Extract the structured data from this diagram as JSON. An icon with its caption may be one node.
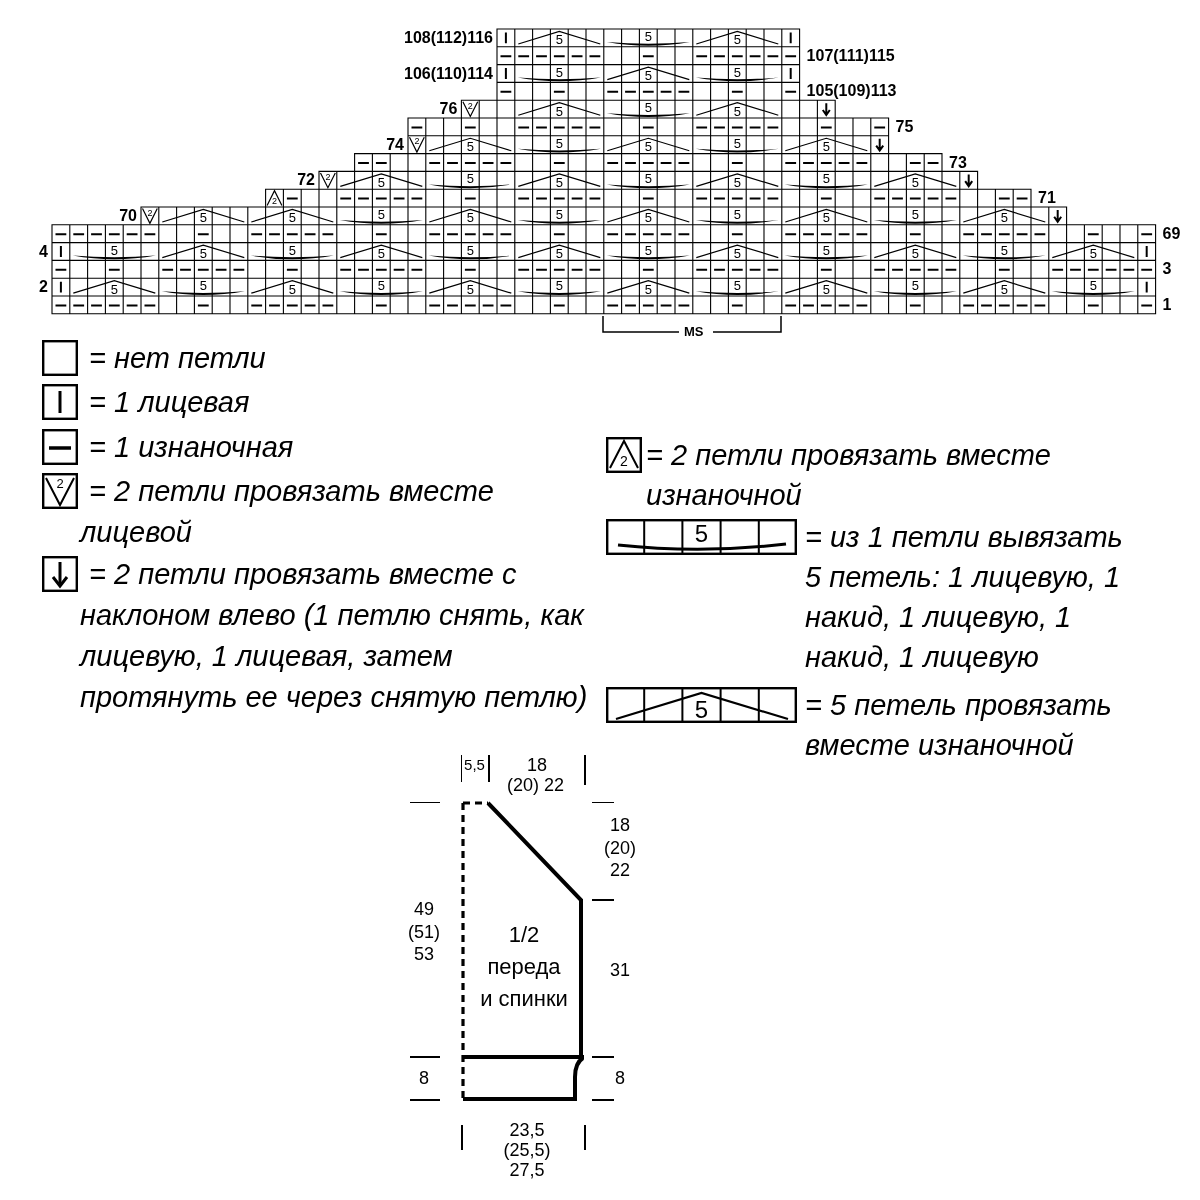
{
  "diagram": {
    "nodes": [
      {
        "text": [
          "1/2 переда и спинки"
        ]
      }
    ],
    "labels": [
      "108(112)116",
      "5",
      "5",
      "5",
      "107(111)115",
      "106(110)114",
      "5",
      "5",
      "5",
      "105(109)113",
      "76",
      "2",
      "5",
      "5",
      "5",
      "75",
      "74",
      "2",
      "5",
      "5",
      "5",
      "5",
      "5",
      "73",
      "72",
      "2",
      "5",
      "5",
      "5",
      "5",
      "5",
      "5",
      "5",
      "2",
      "71",
      "70",
      "2",
      "5",
      "5",
      "5",
      "5",
      "5",
      "5",
      "5",
      "5",
      "5",
      "5",
      "69",
      "4",
      "5",
      "5",
      "5",
      "5",
      "5",
      "5",
      "5",
      "5",
      "5",
      "5",
      "5",
      "5",
      "3",
      "2",
      "5",
      "5",
      "5",
      "5",
      "5",
      "5",
      "5",
      "5",
      "5",
      "5",
      "5",
      "5",
      "1",
      "MS",
      "2",
      "2",
      "5",
      "5",
      "5,5",
      "18 (20) 22",
      "18 (20) 22",
      "49 (51) 53",
      "31",
      "8",
      "8",
      "23,5 (25,5) 27,5"
    ],
    "legend": [
      {
        "text": "= нет петли"
      },
      {
        "text": "= 1 лицевая"
      },
      {
        "text": "= 1 изнаночная"
      },
      {
        "text": "= 2 петли провязать вместе лицевой"
      },
      {
        "text": "= 2 петли провязать вместе с наклоном влево (1 петлю снять, как лицевую, 1 лицевая, затем протянуть ее через снятую петлю)"
      },
      {
        "text": "= 2 петли провязать вместе изнаночной"
      },
      {
        "text": "= из 1 петли вывязать 5 петель: 1 лицевую, 1 накид, 1 лицевую, 1 накид, 1 лицевую"
      },
      {
        "text": "= 5 петель провязать вместе изнаночной"
      }
    ]
  }
}
